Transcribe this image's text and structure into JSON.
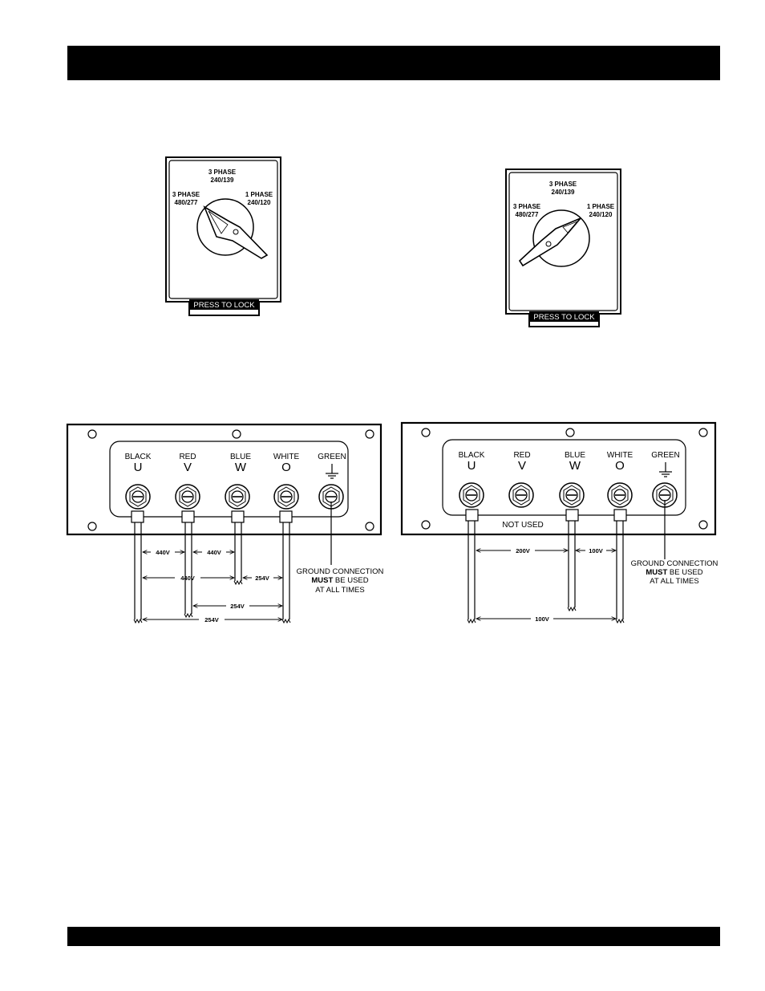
{
  "switches": [
    {
      "top_label": [
        "3 PHASE",
        "240/139"
      ],
      "left_label": [
        "3 PHASE",
        "480/277"
      ],
      "right_label": [
        "1 PHASE",
        "240/120"
      ],
      "lock_label": "PRESS TO LOCK",
      "selected_position": "3 PHASE 480/277"
    },
    {
      "top_label": [
        "3 PHASE",
        "240/139"
      ],
      "left_label": [
        "3 PHASE",
        "480/277"
      ],
      "right_label": [
        "1 PHASE",
        "240/120"
      ],
      "lock_label": "PRESS TO LOCK",
      "selected_position": "1 PHASE 240/120"
    }
  ],
  "panels": [
    {
      "terminals": [
        {
          "color": "BLACK",
          "letter": "U"
        },
        {
          "color": "RED",
          "letter": "V"
        },
        {
          "color": "BLUE",
          "letter": "W"
        },
        {
          "color": "WHITE",
          "letter": "O"
        },
        {
          "color": "GREEN",
          "letter": ""
        }
      ],
      "voltages": [
        "440V",
        "440V",
        "440V",
        "254V",
        "254V",
        "254V"
      ],
      "ground_note": {
        "line1": "GROUND CONNECTION",
        "must": "MUST",
        "be_used": " BE USED",
        "line3": "AT ALL TIMES"
      }
    },
    {
      "terminals": [
        {
          "color": "BLACK",
          "letter": "U"
        },
        {
          "color": "RED",
          "letter": "V"
        },
        {
          "color": "BLUE",
          "letter": "W"
        },
        {
          "color": "WHITE",
          "letter": "O"
        },
        {
          "color": "GREEN",
          "letter": ""
        }
      ],
      "not_used": "NOT USED",
      "voltages": [
        "200V",
        "100V",
        "100V"
      ],
      "ground_note": {
        "line1": "GROUND CONNECTION",
        "must": "MUST",
        "be_used": " BE USED",
        "line3": "AT ALL TIMES"
      }
    }
  ]
}
